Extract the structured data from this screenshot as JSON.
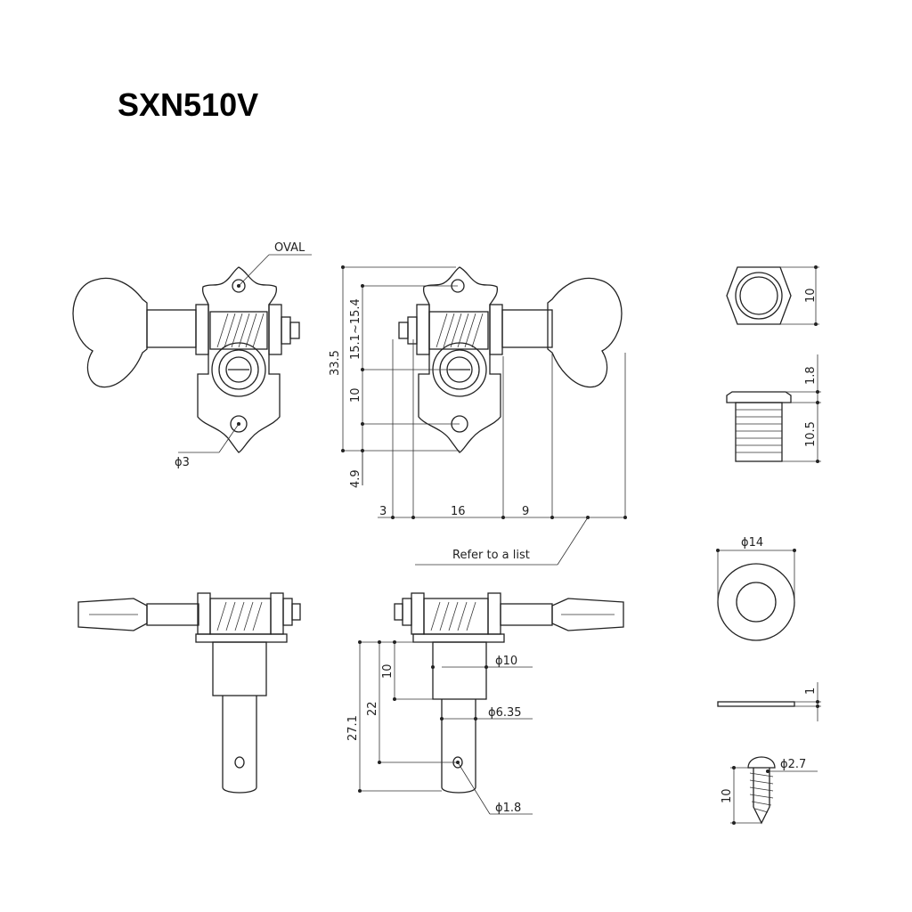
{
  "title": "SXN510V",
  "labels": {
    "oval": "OVAL",
    "hole_dia": "ϕ3",
    "refer": "Refer to a list"
  },
  "dimensions": {
    "total_height": "33.5",
    "post_offset": "15.1~15.4",
    "hole_spacing": "10",
    "bottom_offset": "4.9",
    "w_left": "3",
    "w_mid": "16",
    "w_right": "9",
    "post_upper_len": "10",
    "post_mid_len": "22",
    "post_total_len": "27.1",
    "post_dia_upper": "ϕ10",
    "post_dia_lower": "ϕ6.35",
    "string_hole_dia": "ϕ1.8",
    "bushing_hex": "10",
    "bushing_flange": "1.8",
    "bushing_thread": "10.5",
    "washer_dia": "ϕ14",
    "washer_thick": "1",
    "screw_dia": "ϕ2.7",
    "screw_len": "10"
  }
}
